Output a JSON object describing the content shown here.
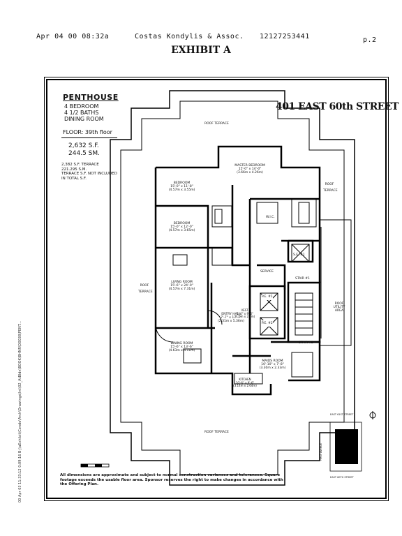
{
  "fax_header": {
    "date": "Apr 04 00 08:32a",
    "sender": "Costas Kondylis & Assoc.",
    "phone": "12127253441",
    "page": "p.2"
  },
  "exhibit_title": "EXHIBIT A",
  "side_text": "00 Apr 03 11:33:12 0:09:16 B-j\\aExhibit\\Condo\\Arch\\Drawings\\Int\\02_AtBldn\\BOOK\\BHNR\\D0038\\PENT...",
  "plan": {
    "unit_title": "PENTHOUSE",
    "details": [
      "4 BEDROOM",
      "4 1/2 BATHS",
      "DINING ROOM"
    ],
    "floor_label": "FLOOR:",
    "floor_value": "39th floor",
    "area_sf": "2,632 S.F.",
    "area_sm": "244.5 SM.",
    "terrace_notes": [
      "2,382 S.F. TERRACE",
      "221.295 S.M.",
      "TERRACE S.F. NOT INCLUDED",
      "IN TOTAL S.F."
    ],
    "address": "401 EAST 60th STREET",
    "rooms": {
      "roof_terrace_top": "ROOF TERRACE",
      "roof_terrace_left": "ROOF TERRACE",
      "roof_terrace_right": "ROOF TERRACE",
      "roof_terrace_bottom": "ROOF TERRACE",
      "master_bedroom": "MASTER BEDROOM",
      "master_bedroom_dims": "15'-0\" x 14'-0\"",
      "master_bedroom_metric": "(3.66m x 4.26m)",
      "bedroom1": "BEDROOM",
      "bedroom1_dims": "15'-0\" x 11'-8\"",
      "bedroom1_metric": "(4.57m x 3.55m)",
      "bedroom2": "BEDROOM",
      "bedroom2_dims": "15'-0\" x 12'-0\"",
      "bedroom2_metric": "(4.57m x 3.65m)",
      "living_room": "LIVING ROOM",
      "living_room_dims": "15'-6\" x 24'-0\"",
      "living_room_metric": "(4.57m x 7.31m)",
      "dining_room": "DINING ROOM",
      "dining_room_dims": "15'-6\" x 13'-6\"",
      "dining_room_metric": "(4.63m x 4.11m)",
      "entry_hall": "ENTRY HALL",
      "entry_hall_dims": "7'-7\" x 17'-7\"",
      "entry_hall_metric": "(2.31m x 5.36m)",
      "vest": "VEST.",
      "vest_dims": "5'-6\" x 9'-6\"",
      "vest_metric": "(1.6m x 2.7m)",
      "wic": "W.I.C.",
      "service": "SERVICE",
      "stair1": "STAIR #1",
      "stair2": "STAIR #2",
      "se1": "S.E. #1",
      "pe1": "P.E. #1",
      "pe2": "P.E. #2",
      "roof_utility": "ROOF",
      "roof_utility_2": "UTILITY AREA",
      "maids_room": "MAIDS ROOM",
      "maids_dims": "10'-10\" x 7'-8\"",
      "maids_metric": "(3.30m x 2.33m)",
      "kitchen": "KITCHEN",
      "kitchen_dims": "10'-6\" x 9'-6\"",
      "kitchen_metric": "(3.14m x 2.64m)"
    },
    "key_map": {
      "north_street": "EAST 61ST STREET",
      "south_street": "EAST 60TH STREET",
      "avenue": "FIRST AVENUE"
    },
    "disclaimer": "All dimensions are approximate and subject to normal construction variances and tolerances. Square footage exceeds the usable floor area. Sponsor reserves the right to make changes in accordance with the Offering Plan."
  }
}
